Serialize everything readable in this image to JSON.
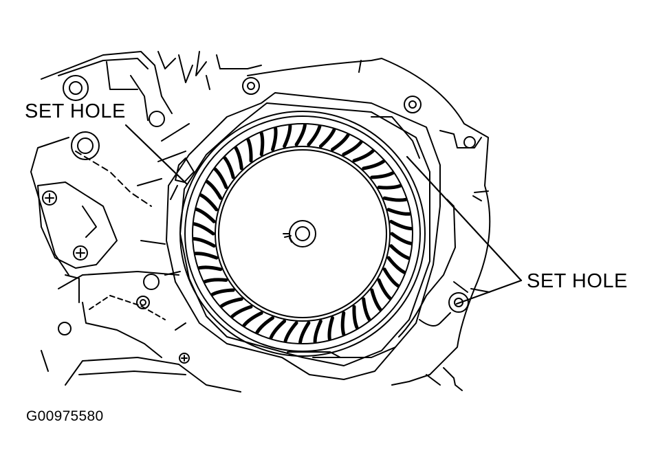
{
  "labels": {
    "set_hole_left": "SET HOLE",
    "set_hole_right": "SET HOLE",
    "figure_code": "G00975580"
  },
  "colors": {
    "line": "#000000",
    "background": "#ffffff"
  },
  "fan": {
    "blade_count": 46
  }
}
